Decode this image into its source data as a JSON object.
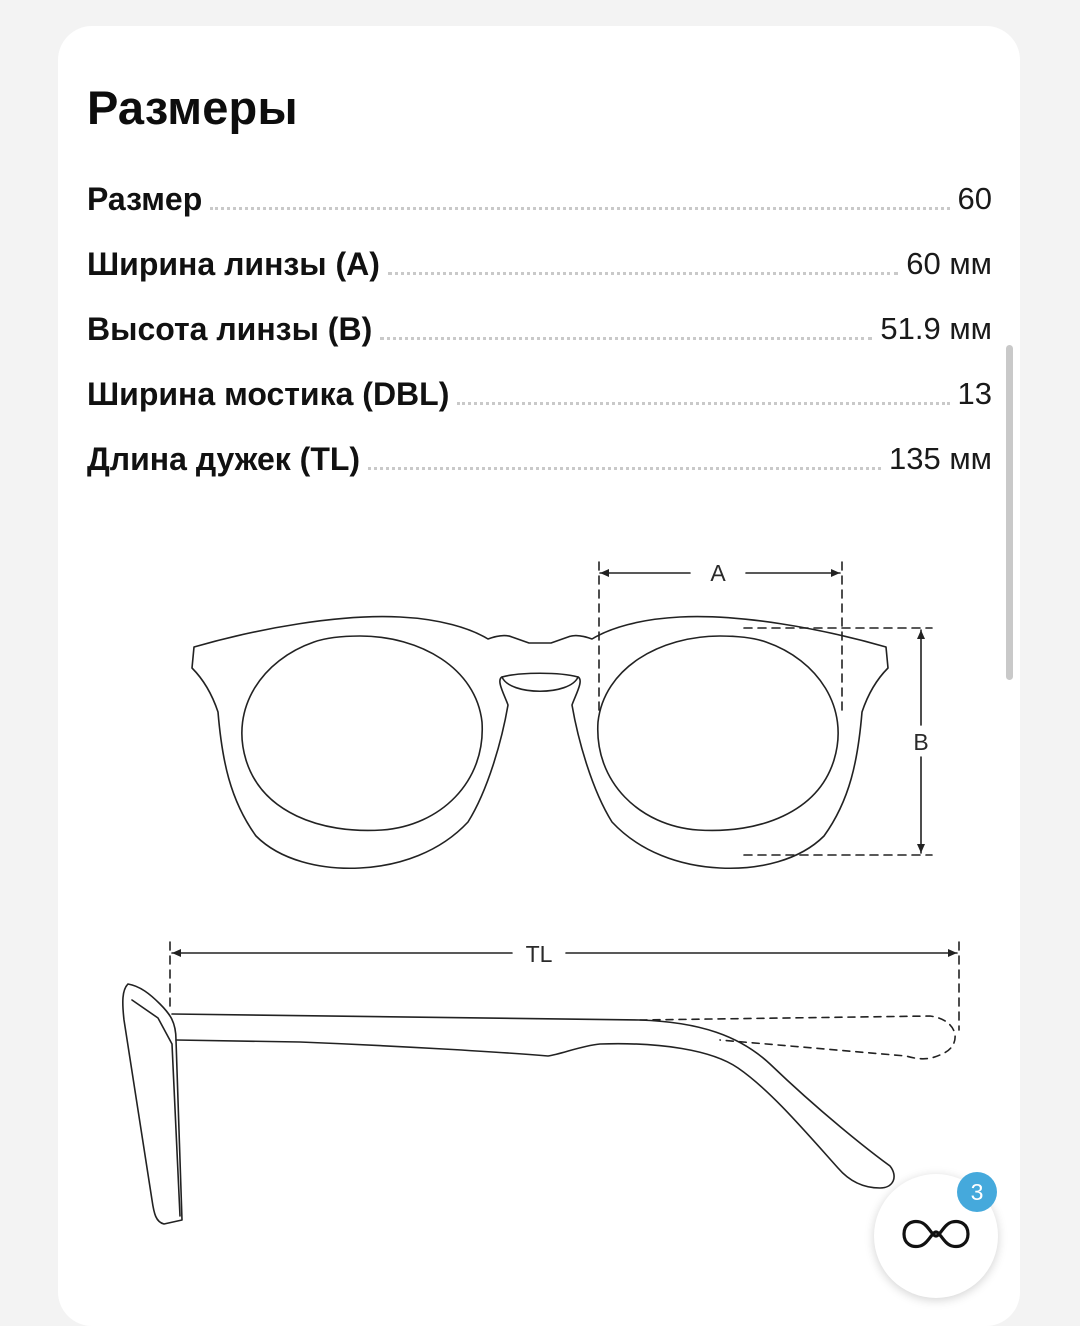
{
  "section": {
    "title": "Размеры"
  },
  "specs": [
    {
      "label": "Размер",
      "value": "60"
    },
    {
      "label": "Ширина линзы (A)",
      "value": "60 мм"
    },
    {
      "label": "Высота линзы (B)",
      "value": "51.9 мм"
    },
    {
      "label": "Ширина мостика (DBL)",
      "value": "13"
    },
    {
      "label": "Длина дужек (TL)",
      "value": "135 мм"
    }
  ],
  "diagram": {
    "front_label_a": "A",
    "front_label_b": "B",
    "side_label_tl": "TL"
  },
  "fab": {
    "icon": "glasses-icon",
    "badge_count": "3",
    "badge_color": "#45a9dc"
  }
}
